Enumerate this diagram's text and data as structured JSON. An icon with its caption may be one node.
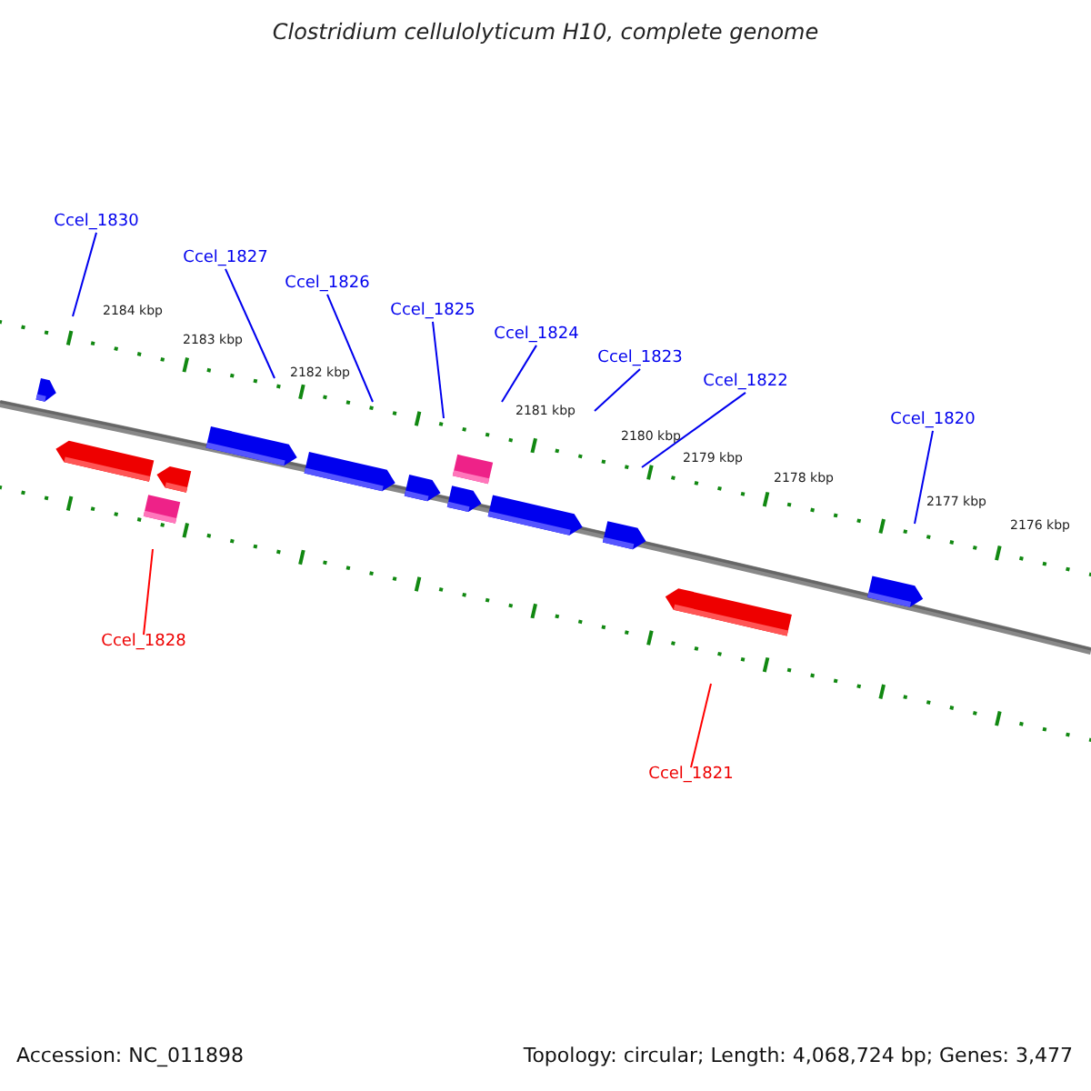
{
  "diagram": {
    "title": "Clostridium cellulolyticum H10, complete genome",
    "nodes": [
      {
        "text": [
          "Ccel_1830"
        ]
      },
      {
        "text": [
          "Ccel_1827"
        ]
      },
      {
        "text": [
          "Ccel_1826"
        ]
      },
      {
        "text": [
          "Ccel_1825"
        ]
      },
      {
        "text": [
          "Ccel_1824"
        ]
      },
      {
        "text": [
          "Ccel_1823"
        ]
      },
      {
        "text": [
          "Ccel_1822"
        ]
      },
      {
        "text": [
          "Ccel_1820"
        ]
      },
      {
        "text": [
          "Ccel_1828"
        ]
      },
      {
        "text": [
          "Ccel_1821"
        ]
      }
    ],
    "edges": [
      {
        "from": 0,
        "to": null,
        "arrow": "none"
      },
      {
        "from": 1,
        "to": null,
        "arrow": "none"
      },
      {
        "from": 2,
        "to": null,
        "arrow": "none"
      },
      {
        "from": 3,
        "to": null,
        "arrow": "none"
      },
      {
        "from": 4,
        "to": null,
        "arrow": "none"
      },
      {
        "from": 5,
        "to": null,
        "arrow": "none"
      },
      {
        "from": 6,
        "to": null,
        "arrow": "none"
      },
      {
        "from": 7,
        "to": null,
        "arrow": "none"
      },
      {
        "from": 8,
        "to": null,
        "arrow": "none",
        "color": "#ff0000"
      },
      {
        "from": 9,
        "to": null,
        "arrow": "none",
        "color": "#ff0000"
      }
    ],
    "labels": [
      "2184 kbp",
      "2183 kbp",
      "2182 kbp",
      "2181 kbp",
      "2180 kbp",
      "2179 kbp",
      "2178 kbp",
      "2177 kbp",
      "2176 kbp",
      "Accession: NC_011898",
      "Topology: circular; Length: 4,068,724 bp; Genes: 3,477"
    ]
  }
}
